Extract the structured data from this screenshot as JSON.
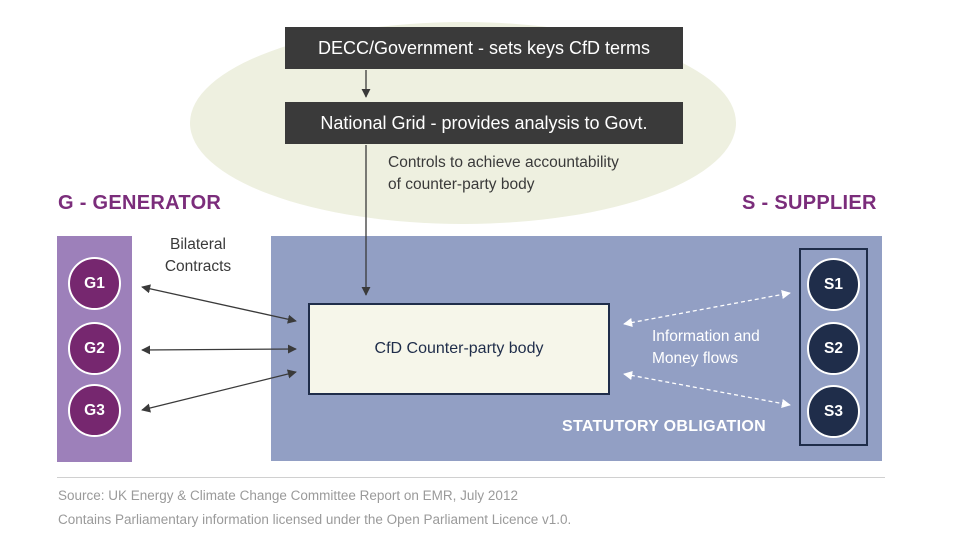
{
  "government": {
    "label": "DECC/Government - sets keys CfD terms"
  },
  "national_grid": {
    "label": "National Grid - provides analysis to Govt."
  },
  "controls_note": {
    "line1": "Controls to achieve accountability",
    "line2": "of counter-party body"
  },
  "generator": {
    "title": "G - GENERATOR",
    "nodes": [
      "G1",
      "G2",
      "G3"
    ]
  },
  "supplier": {
    "title": "S - SUPPLIER",
    "nodes": [
      "S1",
      "S2",
      "S3"
    ]
  },
  "bilateral": {
    "line1": "Bilateral",
    "line2": "Contracts"
  },
  "counterparty": {
    "label": "CfD Counter-party body"
  },
  "flows": {
    "line1": "Information and",
    "line2": "Money flows"
  },
  "statutory": {
    "label": "STATUTORY OBLIGATION"
  },
  "footer": {
    "source": "Source: UK Energy & Climate Change Committee Report on EMR, July 2012",
    "licence": "Contains Parliamentary information licensed under the Open Parliament Licence v1.0."
  },
  "colors": {
    "generator": "#76276f",
    "supplier": "#1f2d4a",
    "heading": "#7b2d7b",
    "panel": "#929fc4",
    "generator_panel": "#9d80ba"
  }
}
